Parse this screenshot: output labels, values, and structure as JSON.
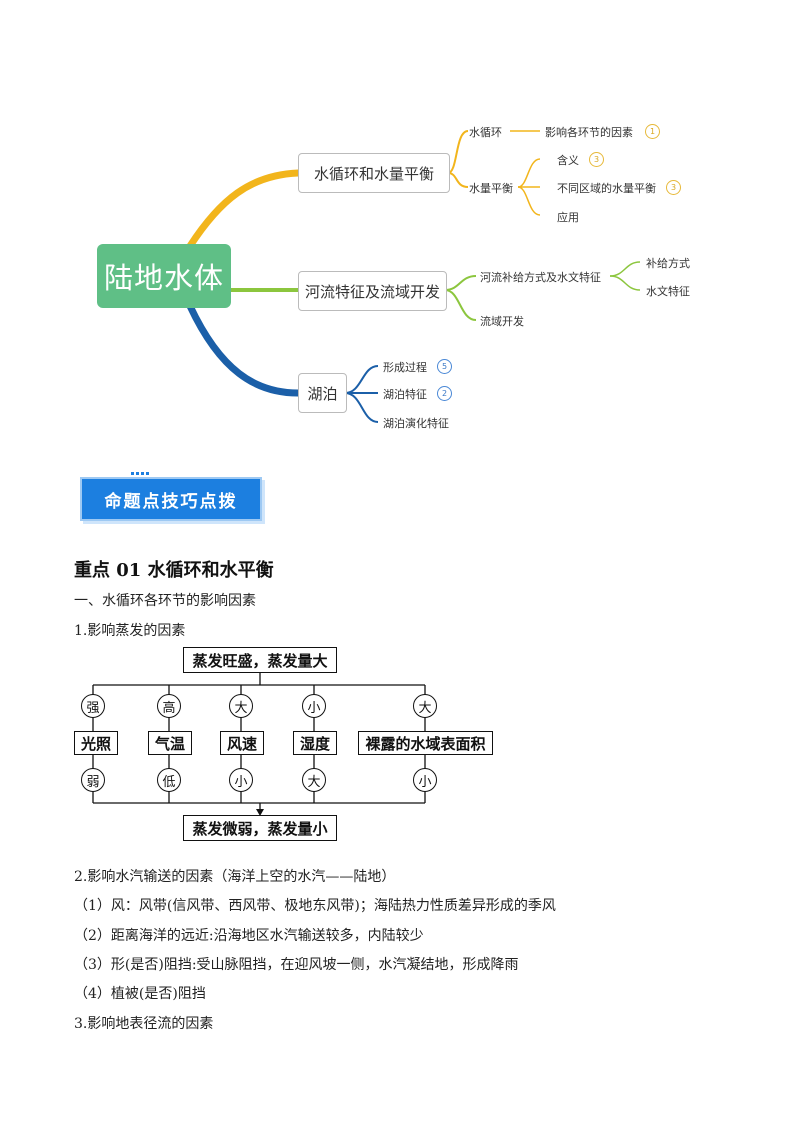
{
  "mindmap": {
    "root": "陆地水体",
    "branches": [
      {
        "label": "水循环和水量平衡",
        "children": [
          {
            "label": "水循环",
            "children": [
              {
                "label": "影响各环节的因素",
                "badge": "1"
              }
            ]
          },
          {
            "label": "水量平衡",
            "children": [
              {
                "label": "含义",
                "badge": "3"
              },
              {
                "label": "不同区域的水量平衡",
                "badge": "3"
              },
              {
                "label": "应用"
              }
            ]
          }
        ]
      },
      {
        "label": "河流特征及流域开发",
        "children": [
          {
            "label": "河流补给方式及水文特征",
            "children": [
              {
                "label": "补给方式"
              },
              {
                "label": "水文特征"
              }
            ]
          },
          {
            "label": "流域开发"
          }
        ]
      },
      {
        "label": "湖泊",
        "children": [
          {
            "label": "形成过程",
            "badge": "5"
          },
          {
            "label": "湖泊特征",
            "badge": "2"
          },
          {
            "label": "湖泊演化特征"
          }
        ]
      }
    ],
    "colors": {
      "root": "#5fbf86",
      "branch1": "#f2b51c",
      "branch2": "#8cc63e",
      "branch3": "#1b5fa8"
    }
  },
  "banner": {
    "label": "命题点技巧点拨",
    "color": "#1c7fe0"
  },
  "section": {
    "title": "重点 01  水循环和水平衡",
    "subtitle": "一、水循环各环节的影响因素",
    "item1": "1.影响蒸发的因素",
    "diagram": {
      "top": "蒸发旺盛，蒸发量大",
      "bottom": "蒸发微弱，蒸发量小",
      "factors": [
        {
          "name": "光照",
          "high": "强",
          "low": "弱"
        },
        {
          "name": "气温",
          "high": "高",
          "low": "低"
        },
        {
          "name": "风速",
          "high": "大",
          "low": "小"
        },
        {
          "name": "湿度",
          "high": "小",
          "low": "大"
        },
        {
          "name": "裸露的水域表面积",
          "high": "大",
          "low": "小"
        }
      ]
    },
    "item2": "2.影响水汽输送的因素（海洋上空的水汽——陆地）",
    "item2_points": [
      "（1）风：风带(信风带、西风带、极地东风带)；海陆热力性质差异形成的季风",
      "（2）距离海洋的远近:沿海地区水汽输送较多，内陆较少",
      "（3）形(是否)阻挡:受山脉阻挡，在迎风坡一侧，水汽凝结地，形成降雨",
      "（4）植被(是否)阻挡"
    ],
    "item3": "3.影响地表径流的因素"
  }
}
